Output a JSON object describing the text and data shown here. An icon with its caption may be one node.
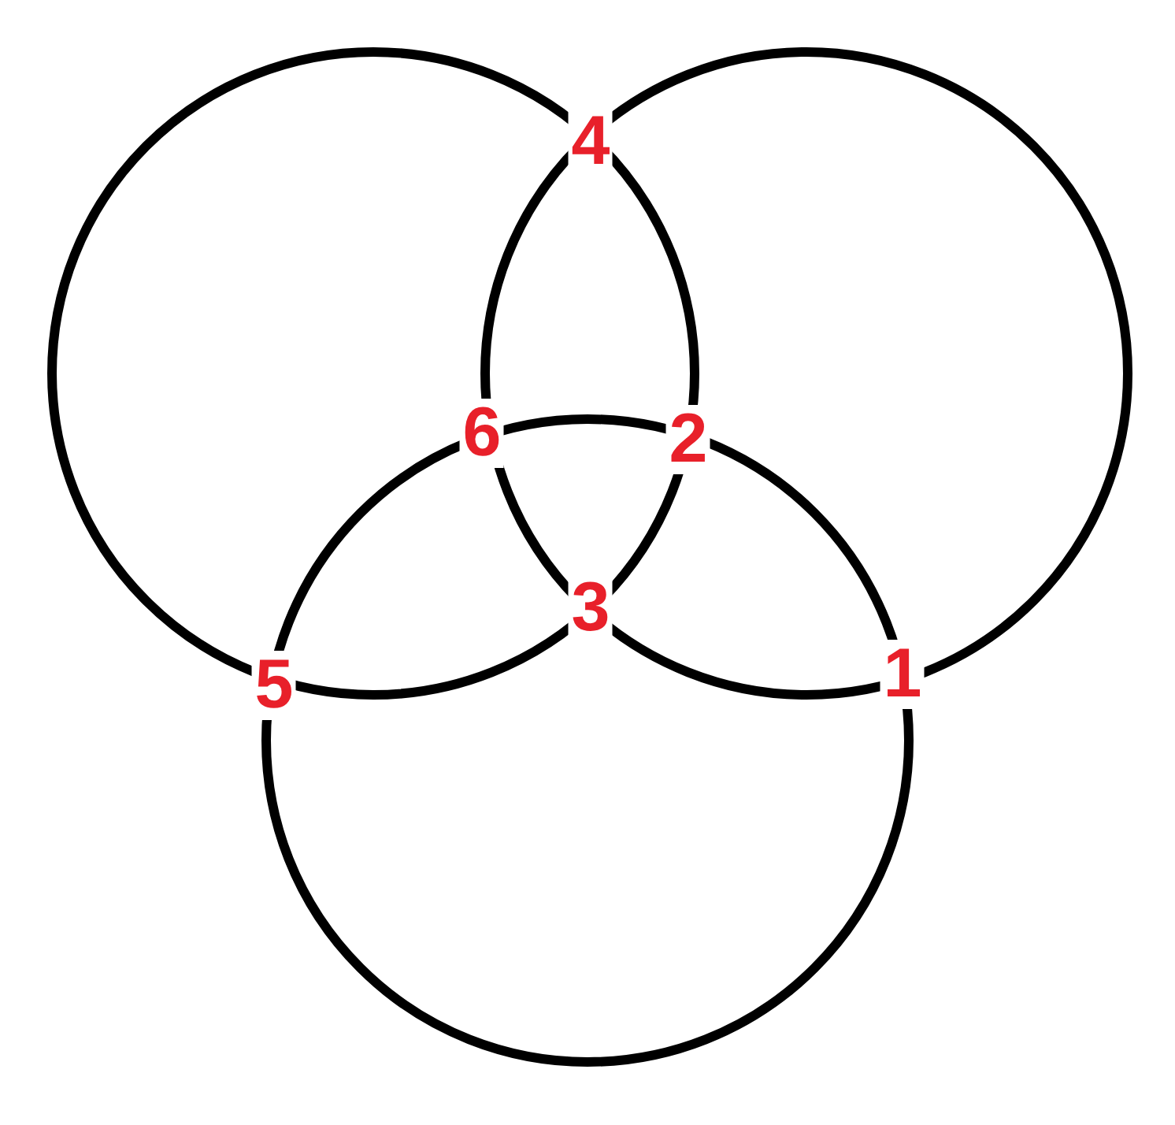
{
  "diagram": {
    "nodes": [
      {
        "text": [],
        "shape": "circle"
      },
      {
        "text": [],
        "shape": "circle"
      },
      {
        "text": [],
        "shape": "circle"
      }
    ],
    "edges": [],
    "labels": [
      "4",
      "6",
      "2",
      "3",
      "5",
      "1"
    ]
  }
}
